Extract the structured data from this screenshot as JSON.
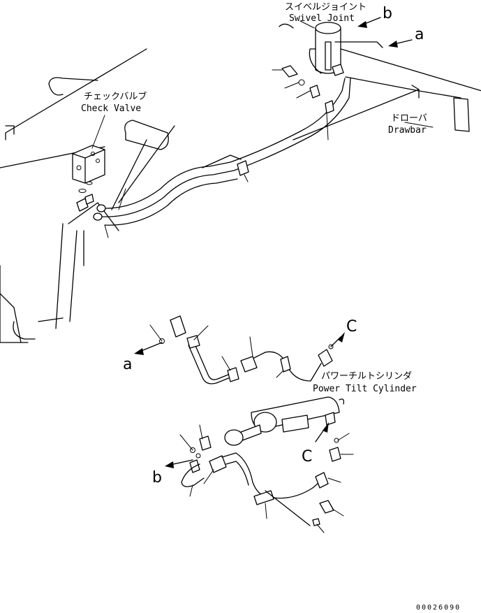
{
  "labels": {
    "swivel_joint_jp": "スイベルジョイント",
    "swivel_joint_en": "Swivel Joint",
    "check_valve_jp": "チェックバルブ",
    "check_valve_en": "Check Valve",
    "drawbar_jp": "ドローバ",
    "drawbar_en": "Drawbar",
    "power_tilt_jp": "パワーチルトシリンダ",
    "power_tilt_en": "Power Tilt Cylinder"
  },
  "refs": {
    "a_top": "a",
    "b_top": "b",
    "a_mid": "a",
    "c_mid": "C",
    "b_low": "b",
    "c_low": "C"
  },
  "drawing_code": "00026090"
}
